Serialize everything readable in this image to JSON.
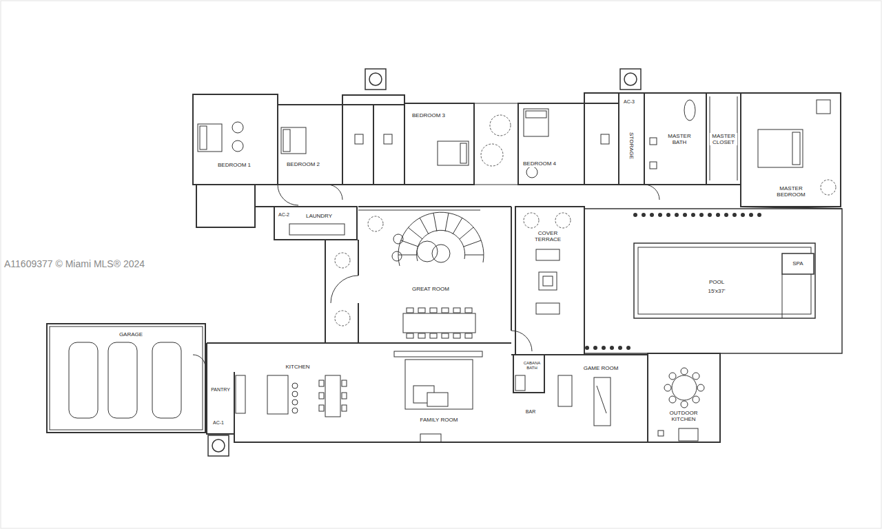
{
  "diagram": {
    "nodes": [
      {
        "text": [
          "BEDROOM 1"
        ]
      },
      {
        "text": [
          "BEDROOM 2"
        ]
      },
      {
        "text": [
          "BEDROOM 3"
        ]
      },
      {
        "text": [
          "BEDROOM 4"
        ]
      },
      {
        "text": [
          "STORAGE"
        ]
      },
      {
        "text": [
          "MASTER BATH"
        ]
      },
      {
        "text": [
          "MASTER CLOSET"
        ]
      },
      {
        "text": [
          "MASTER BEDROOM"
        ]
      },
      {
        "text": [
          "LAUNDRY"
        ]
      },
      {
        "text": [
          "GREAT ROOM"
        ]
      },
      {
        "text": [
          "COVER TERRACE"
        ]
      },
      {
        "text": [
          "POOL",
          "15'x37'"
        ]
      },
      {
        "text": [
          "SPA"
        ],
        "in": 11
      },
      {
        "text": [
          "GARAGE"
        ]
      },
      {
        "text": [
          "PANTRY"
        ]
      },
      {
        "text": [
          "KITCHEN"
        ]
      },
      {
        "text": [
          "FAMILY ROOM"
        ]
      },
      {
        "text": [
          "CABANA BATH"
        ]
      },
      {
        "text": [
          "GAME ROOM"
        ]
      },
      {
        "text": [
          "OUTDOOR KITCHEN"
        ]
      }
    ],
    "labels": [
      "A11609377 © Miami MLS® 2024",
      "AC-2",
      "AC-3",
      "AC-1",
      "BAR"
    ]
  }
}
